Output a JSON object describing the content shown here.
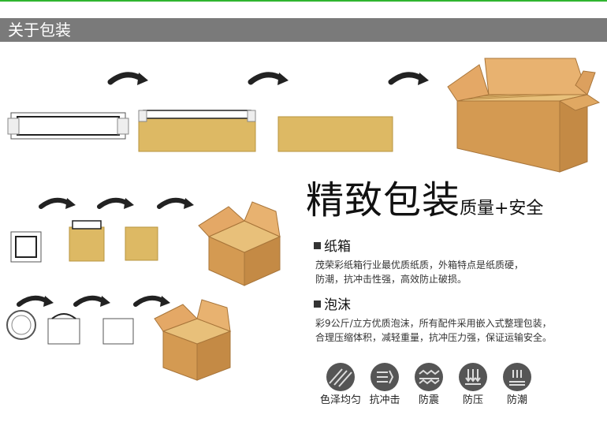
{
  "header": {
    "title": "关于包装"
  },
  "hero": {
    "title": "精致包装",
    "subtitle": "质量+安全"
  },
  "sections": [
    {
      "title": "纸箱",
      "lines": [
        "茂荣彩纸箱行业最优质纸质，外箱特点是纸质硬，",
        "防潮，抗冲击性强，高效防止破损。"
      ]
    },
    {
      "title": "泡沫",
      "lines": [
        "彩9公斤/立方优质泡沫，所有配件采用嵌入式整理包装，",
        "合理压缩体积，减轻重量，抗冲压力强，保证运输安全。"
      ]
    }
  ],
  "features": [
    {
      "label": "色泽均匀",
      "icon": "stripes-icon"
    },
    {
      "label": "抗冲击",
      "icon": "impact-icon"
    },
    {
      "label": "防震",
      "icon": "wave-icon"
    },
    {
      "label": "防压",
      "icon": "pressure-arrows-icon"
    },
    {
      "label": "防潮",
      "icon": "moisture-icon"
    }
  ],
  "colors": {
    "header_bg": "#7a7a7a",
    "accent_line": "#2fb52f",
    "cardboard": "#d9a05a",
    "foam": "#ddb964"
  }
}
